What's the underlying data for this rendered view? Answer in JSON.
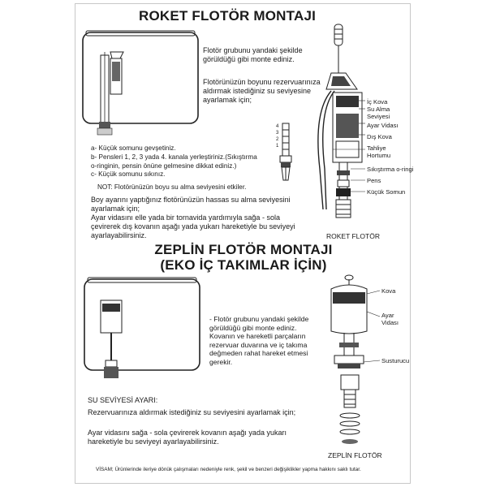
{
  "section1": {
    "title": "ROKET FLOTÖR MONTAJI",
    "intro": "Flotör grubunu yandaki şekilde\ngörüldüğü gibi monte ediniz.",
    "adjust_intro": "Flotörünüzün boyunu rezervuarınıza\naldırmak istediğiniz su seviyesine\nayarlamak için;",
    "steps": [
      "a- Küçük somunu gevşetiniz.",
      "b- Pensleri 1, 2, 3 yada 4. kanala yerleştiriniz.(Sıkıştırma\no-ringinin, pensin önüne gelmesine dikkat ediniz.)",
      "c- Küçük somunu sıkınız."
    ],
    "note": "NOT: Flotörünüzün boyu su alma seviyesini etkiler.",
    "fine_tune": "Boy ayarını yaptığınız flotörünüzün hassas su alma seviyesini\nayarlamak için;\nAyar vidasını elle yada bir tornavida yardımıyla sağa - sola\nçevirerek dış kovanın aşağı yada yukarı hareketiyle bu seviyeyi\nayarlayabilirsiniz.",
    "channel_numbers": [
      "4",
      "3",
      "2",
      "1"
    ],
    "part_labels": [
      "İç Kova",
      "Su Alma\nSeviyesi",
      "Ayar Vidası",
      "Dış Kova",
      "Tahliye\nHortumu",
      "Sıkıştırma o-ringi",
      "Pens",
      "Küçük Somun"
    ],
    "caption": "ROKET FLOTÖR"
  },
  "section2": {
    "title_line1": "ZEPLİN FLOTÖR MONTAJI",
    "title_line2": "(EKO İÇ TAKIMLAR İÇİN)",
    "intro": "- Flotör grubunu yandaki şekilde\ngörüldüğü gibi monte ediniz.\nKovanın ve hareketli parçaların\nrezervuar duvarına  ve iç takıma\ndeğmeden rahat hareket etmesi\ngerekir.",
    "water_level_heading": "SU SEVİYESİ AYARI:",
    "water_level_text1": "Rezervuarınıza aldırmak istediğiniz su seviyesini ayarlamak için;",
    "water_level_text2": "Ayar vidasını sağa - sola çevirerek kovanın aşağı yada yukarı\nhareketiyle bu seviyeyi ayarlayabilirsiniz.",
    "part_labels": [
      "Kova",
      "Ayar\nVidası",
      "Susturucu"
    ],
    "caption": "ZEPLİN FLOTÖR"
  },
  "footer": "VİSAM; Ürünlerinde ileriye dönük çalışmaları nedeniyle renk, şekil ve benzeri değişiklikler yapma hakkını saklı tutar."
}
